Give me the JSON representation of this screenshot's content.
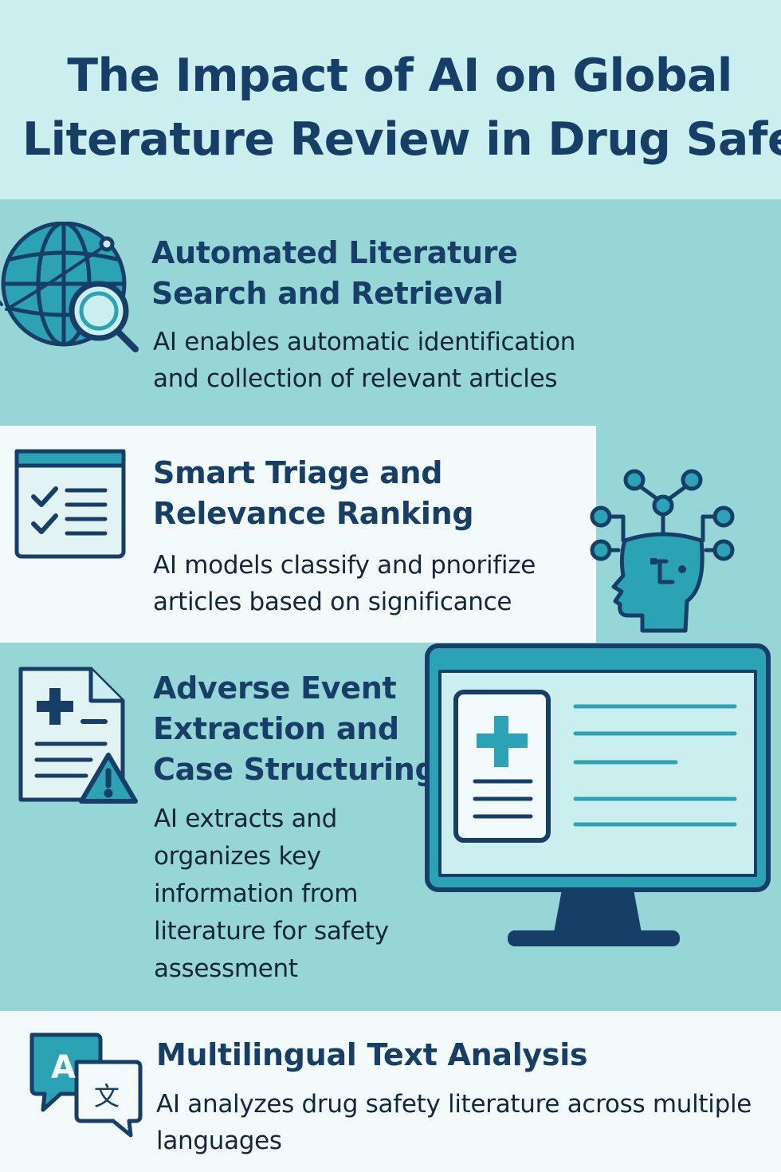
{
  "title": {
    "line1": "The Impact of AI on Global",
    "line2": "Literature Review in Drug Safety"
  },
  "sections": [
    {
      "heading_lines": [
        "Automated Literature",
        "Search and Retrieval"
      ],
      "desc_lines": [
        "AI enables automatic identification",
        "and collection of relevant articles"
      ],
      "icon": "globe-search-icon"
    },
    {
      "heading_lines": [
        "Smart Triage and",
        "Relevance Ranking"
      ],
      "desc_lines": [
        "AI models classify and pnorifize",
        "articles based on significance"
      ],
      "icon": "checklist-icon"
    },
    {
      "heading_lines": [
        "Adverse Event",
        "Extraction and",
        "Case Structuring"
      ],
      "desc_lines": [
        "AI extracts and",
        "organizes key",
        "information from",
        "literature for safety",
        "assessment"
      ],
      "icon": "medical-document-warning-icon"
    },
    {
      "heading_lines": [
        "Multilingual Text Analysis"
      ],
      "desc_lines": [
        "AI analyzes drug safety literature across multiple",
        "languages"
      ],
      "icon": "translation-icon"
    }
  ],
  "illustrations": {
    "translation_glyph_a": "A",
    "translation_glyph_b": "文"
  },
  "colors": {
    "navy": "#163e66",
    "teal": "#2ba3b5",
    "light_teal": "#cbeeee",
    "mid_teal": "#97d6d6",
    "off_white": "#f3fafb"
  }
}
